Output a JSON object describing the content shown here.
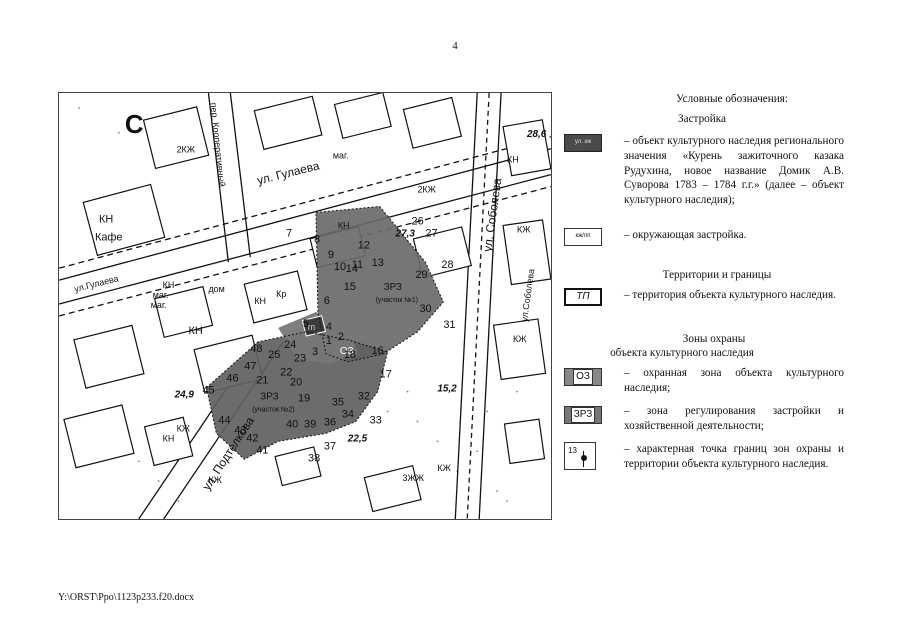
{
  "page_number": "4",
  "legend": {
    "title": "Условные обозначения:",
    "section_buildings": "Застройка",
    "heritage_symbol_text": "ул. кж",
    "heritage_text": "– объект культурного наследия регионального значения «Курень зажиточного казака Рудухина, новое название Домик А.В. Суворова 1783 – 1784 г.г.» (далее – объект культурного наследия);",
    "surrounding_symbol_text": "кж/лп",
    "surrounding_text": "– окружающая застройка.",
    "section_territories": "Территории и границы",
    "territory_symbol_text": "ТП",
    "territory_text": "– территория объекта культурного наследия.",
    "section_zones_line1": "Зоны охраны",
    "section_zones_line2": "объекта культурного наследия",
    "oz_symbol_text": "ОЗ",
    "oz_text": "– охранная зона объекта культурного наследия;",
    "zrz_symbol_text": "ЗРЗ",
    "zrz_text": "– зона регулирования застройки и хозяйственной деятельности;",
    "point_symbol_text": "13",
    "point_text": "– характерная точка границ зон охраны и территории объекта культурного наследия."
  },
  "map": {
    "streets": {
      "gulaeva": "ул. Гулаева",
      "gulaeva_small": "ул.Гулаева",
      "soboleva": "ул. Соболева",
      "soboleva_small": "ул.Соболева",
      "podtelkova": "ул. Подтелкова",
      "kooperativny": "пер. Кооперативный"
    },
    "zone_labels": {
      "zrz1_title": "ЗРЗ",
      "zrz1_sub": "(участок №1)",
      "zrz2_title": "ЗРЗ",
      "zrz2_sub": "(участок №2)",
      "oz": "ОЗ",
      "tp": "ТП"
    },
    "building_labels": [
      "КН",
      "Кафе",
      "КН",
      "маг.",
      "маг.",
      "КН",
      "2КЖ",
      "2КЖ",
      "КН",
      "КЖ",
      "КЖ",
      "КН",
      "маг.",
      "Кр",
      "КН",
      "дом",
      "КН",
      "КЖ",
      "КЖ",
      "3ЖЖ",
      "КЖ",
      "С"
    ],
    "elevations": [
      "28,6",
      "27,3",
      "24,9",
      "15,2",
      "22,5"
    ],
    "points": [
      "1",
      "2",
      "3",
      "4",
      "5",
      "6",
      "7",
      "8",
      "9",
      "10",
      "11",
      "12",
      "13",
      "14",
      "15",
      "16",
      "17",
      "18",
      "19",
      "20",
      "21",
      "22",
      "23",
      "24",
      "25",
      "26",
      "27",
      "28",
      "29",
      "30",
      "31",
      "32",
      "33",
      "34",
      "35",
      "36",
      "37",
      "38",
      "39",
      "40",
      "41",
      "42",
      "43",
      "44",
      "45",
      "46",
      "47",
      "48"
    ]
  },
  "colors": {
    "heritage_fill": "#4a4a4a",
    "oz_fill": "#7a7a7a",
    "zrz_fill": "#5f5f5f"
  },
  "footer_path": "Y:\\ORST\\Ppo\\1123p233.f20.docx"
}
